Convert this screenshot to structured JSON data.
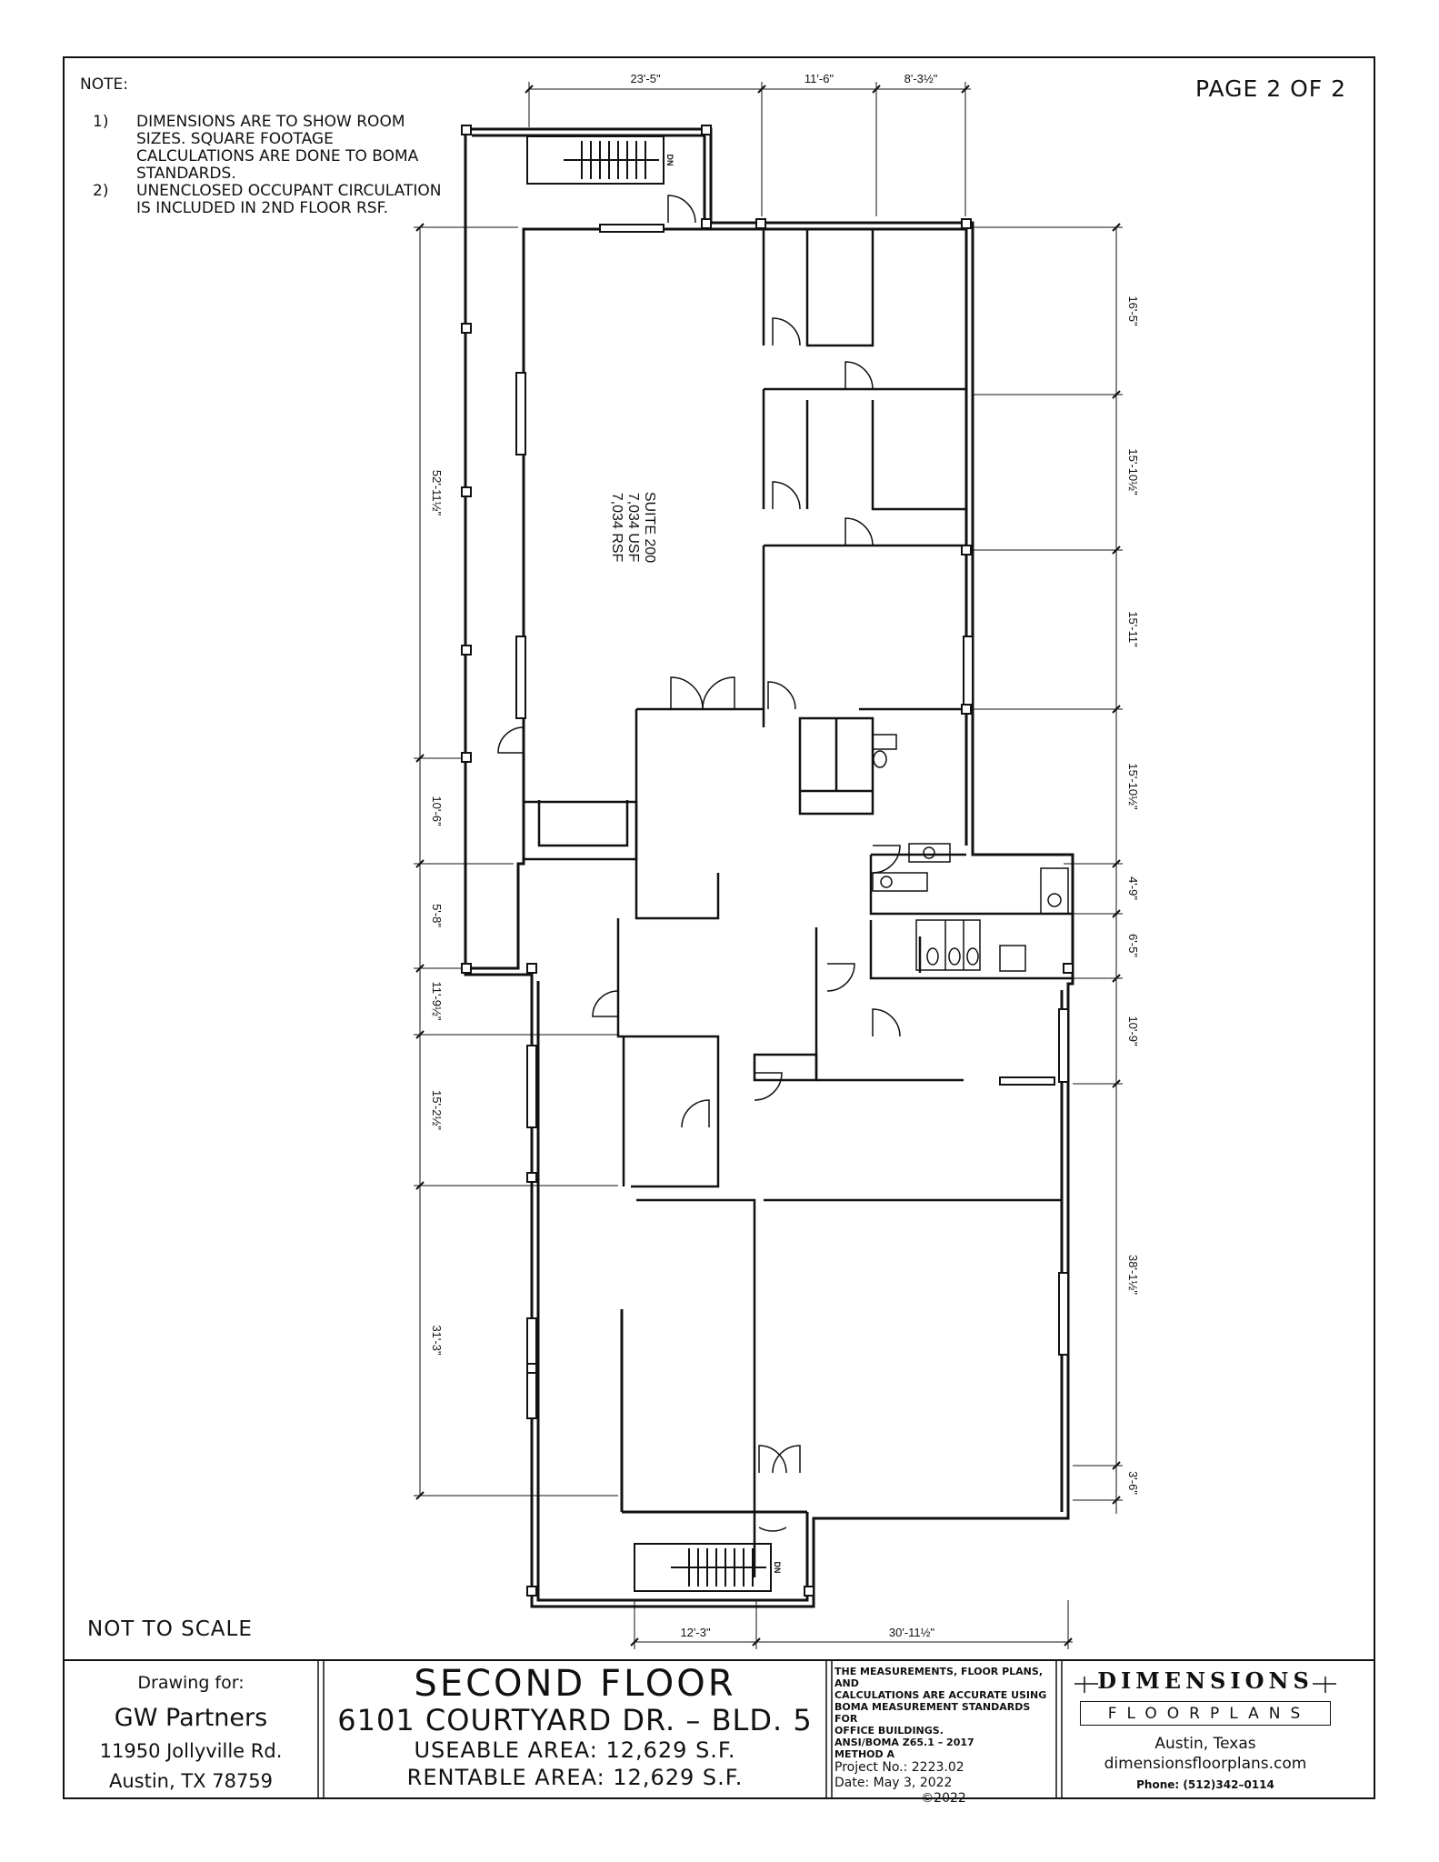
{
  "notes": {
    "header": "NOTE:",
    "items": [
      {
        "num": "1)",
        "lines": [
          "DIMENSIONS ARE TO SHOW ROOM",
          "SIZES. SQUARE FOOTAGE",
          "CALCULATIONS ARE DONE TO BOMA",
          "STANDARDS."
        ]
      },
      {
        "num": "2)",
        "lines": [
          "UNENCLOSED OCCUPANT CIRCULATION",
          "IS INCLUDED IN 2ND FLOOR RSF."
        ]
      }
    ]
  },
  "page_label": "PAGE 2 OF 2",
  "scale_note": "NOT TO SCALE",
  "suite": {
    "name": "SUITE 200",
    "usf": "7,034 USF",
    "rsf": "7,034 RSF"
  },
  "stair_label": "DN",
  "dimensions": {
    "top": [
      "23'-5\"",
      "11'-6\"",
      "8'-3½\""
    ],
    "bottom": [
      "12'-3\"",
      "30'-11½\""
    ],
    "left": [
      "52'-11½\"",
      "10'-6\"",
      "5'-8\"",
      "11'-9½\"",
      "15'-2½\"",
      "31'-3\""
    ],
    "right": [
      "16'-5\"",
      "15'-10½\"",
      "15'-11\"",
      "15'-10½\"",
      "4'-9\"",
      "6'-5\"",
      "10'-9\"",
      "38'-1½\"",
      "3'-6\""
    ]
  },
  "title_block": {
    "drawing_for_label": "Drawing for:",
    "client_name": "GW Partners",
    "client_street": "11950 Jollyville Rd.",
    "client_city": "Austin, TX 78759",
    "floor_title": "SECOND FLOOR",
    "address": "6101 COURTYARD DR. – BLD. 5",
    "useable_area": "USEABLE AREA: 12,629 S.F.",
    "rentable_area": "RENTABLE AREA: 12,629 S.F.",
    "cert_lines": [
      "THE MEASUREMENTS, FLOOR PLANS, AND",
      "CALCULATIONS ARE ACCURATE USING",
      "BOMA MEASUREMENT STANDARDS FOR",
      "OFFICE BUILDINGS.",
      "ANSI/BOMA Z65.1 – 2017",
      "METHOD A"
    ],
    "project_no": "Project No.:   2223.02",
    "date": "Date:  May 3, 2022",
    "copyright": "©2022",
    "logo_top": "DIMENSIONS",
    "logo_bottom": "FLOORPLANS",
    "company_city": "Austin, Texas",
    "company_web": "dimensionsfloorplans.com",
    "company_phone": "Phone: (512)342–0114"
  },
  "colors": {
    "ink": "#111111",
    "paper": "#ffffff"
  }
}
